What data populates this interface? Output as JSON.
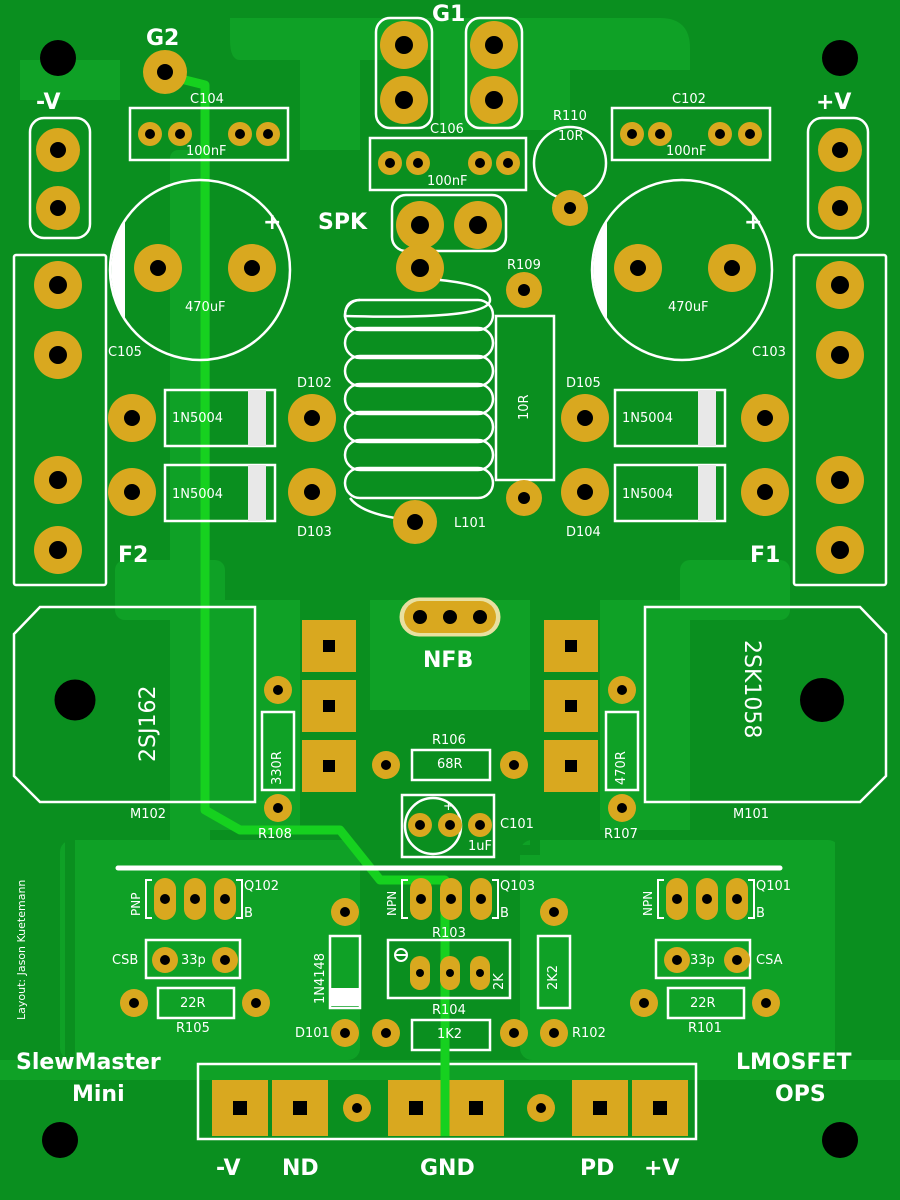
{
  "board": {
    "title_line1": "SlewMaster",
    "title_line2": "Mini",
    "subtitle_line1": "LMOSFET",
    "subtitle_line2": "OPS",
    "layout_credit": "Layout: Jason Kuetemann",
    "colors": {
      "board": "#0a8f1f",
      "copper_fill": "#0fa126",
      "pad": "#d9a81f",
      "trace": "#16d11f",
      "silk": "#ffffff"
    }
  },
  "connectors": {
    "g1": "G1",
    "g2": "G2",
    "spk": "SPK",
    "nfb": "NFB",
    "minus_v": "-V",
    "plus_v": "+V",
    "f1": "F1",
    "f2": "F2",
    "bottom": {
      "minus_v": "-V",
      "nd": "ND",
      "gnd": "GND",
      "pd": "PD",
      "plus_v": "+V"
    }
  },
  "components": {
    "c104": {
      "ref": "C104",
      "value": "100nF"
    },
    "c102": {
      "ref": "C102",
      "value": "100nF"
    },
    "c106": {
      "ref": "C106",
      "value": "100nF"
    },
    "c105": {
      "ref": "C105",
      "value": "470uF",
      "polarity": "+"
    },
    "c103": {
      "ref": "C103",
      "value": "470uF",
      "polarity": "+"
    },
    "c101": {
      "ref": "C101",
      "value": "1uF",
      "polarity": "+"
    },
    "r110": {
      "ref": "R110",
      "value": "10R"
    },
    "r109": {
      "ref": "R109",
      "value": "10R"
    },
    "r106": {
      "ref": "R106",
      "value": "68R"
    },
    "r108": {
      "ref": "R108",
      "value": "330R"
    },
    "r107": {
      "ref": "R107",
      "value": "470R"
    },
    "r103": {
      "ref": "R103",
      "value": "2K"
    },
    "r104": {
      "ref": "R104",
      "value": "1K2"
    },
    "r102": {
      "ref": "R102",
      "value": "2K2"
    },
    "r105": {
      "ref": "R105",
      "value": "22R"
    },
    "r101": {
      "ref": "R101",
      "value": "22R"
    },
    "d102": {
      "ref": "D102",
      "value": "1N5004"
    },
    "d103": {
      "ref": "D103",
      "value": "1N5004"
    },
    "d105": {
      "ref": "D105",
      "value": "1N5004"
    },
    "d104": {
      "ref": "D104",
      "value": "1N5004"
    },
    "d101": {
      "ref": "D101",
      "value": "1N4148"
    },
    "l101": {
      "ref": "L101"
    },
    "m102": {
      "ref": "M102",
      "value": "2SJ162"
    },
    "m101": {
      "ref": "M101",
      "value": "2SK1058"
    },
    "q102": {
      "ref": "Q102",
      "type": "PNP",
      "pin": "B"
    },
    "q103": {
      "ref": "Q103",
      "type": "NPN",
      "pin": "B"
    },
    "q101": {
      "ref": "Q101",
      "type": "NPN",
      "pin": "B"
    },
    "csb": {
      "ref": "CSB",
      "value": "33p"
    },
    "csa": {
      "ref": "CSA",
      "value": "33p"
    }
  }
}
